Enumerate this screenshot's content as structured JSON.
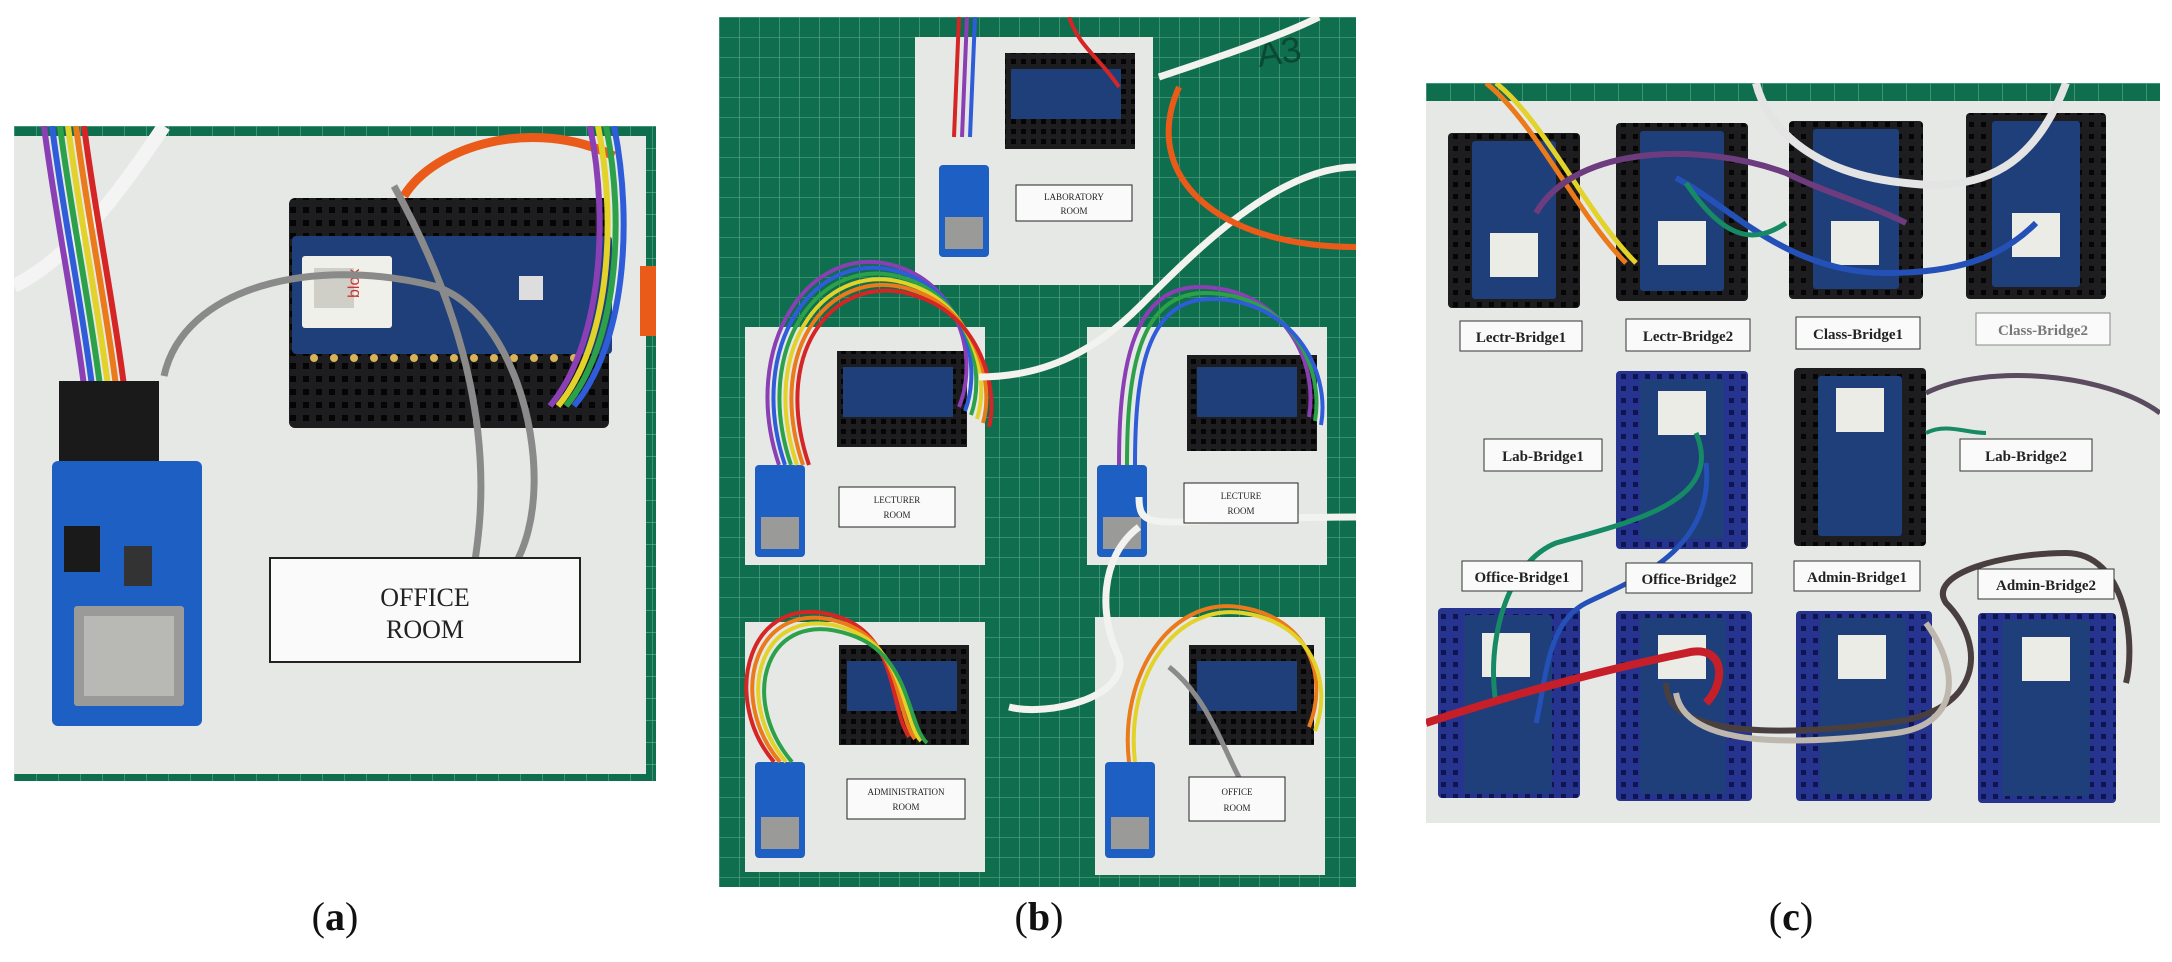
{
  "panels": {
    "a": {
      "caption_open": "(",
      "caption_letter": "a",
      "caption_close": ")",
      "label_line1": "OFFICE",
      "label_line2": "ROOM",
      "module_brand": "blox"
    },
    "b": {
      "caption_open": "(",
      "caption_letter": "b",
      "caption_close": ")",
      "mat_text": "A3",
      "rooms": {
        "laboratory": [
          "LABORATORY",
          "ROOM"
        ],
        "lecturer": [
          "LECTURER",
          "ROOM"
        ],
        "lecture": [
          "LECTURE",
          "ROOM"
        ],
        "administration": [
          "ADMINISTRATION",
          "ROOM"
        ],
        "office": [
          "OFFICE",
          "ROOM"
        ]
      }
    },
    "c": {
      "caption_open": "(",
      "caption_letter": "c",
      "caption_close": ")",
      "bridges": {
        "lectr1": "Lectr-Bridge1",
        "lectr2": "Lectr-Bridge2",
        "class1": "Class-Bridge1",
        "class2": "Class-Bridge2",
        "lab1": "Lab-Bridge1",
        "lab2": "Lab-Bridge2",
        "office1": "Office-Bridge1",
        "office2": "Office-Bridge2",
        "admin1": "Admin-Bridge1",
        "admin2": "Admin-Bridge2"
      }
    }
  },
  "colors": {
    "mat_green": "#0f6e4e",
    "acrylic": "#e6e8e6",
    "breadboard_black": "#1d1d1f",
    "breadboard_blue": "#27348f",
    "arduino_blue": "#1f3f7a",
    "sd_module_blue": "#1e5fc4"
  }
}
